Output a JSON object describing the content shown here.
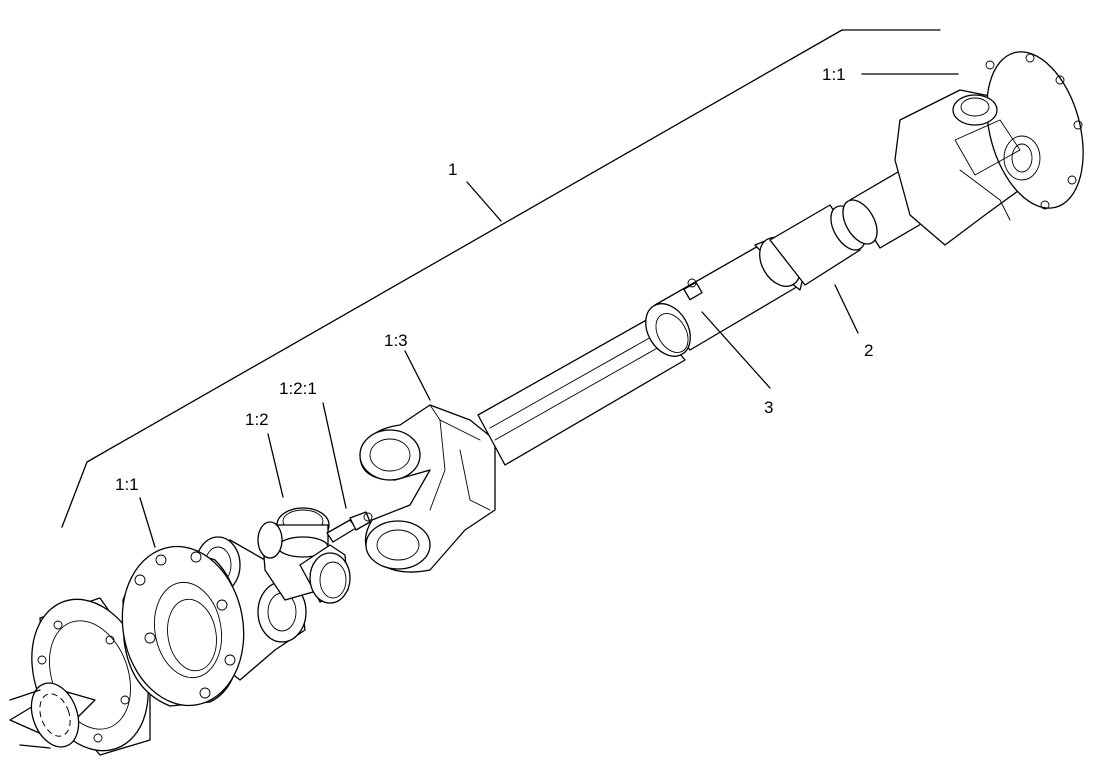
{
  "figure": {
    "callouts": {
      "assembly": "1",
      "flange_yoke_right": "1:1",
      "flange_yoke_left": "1:1",
      "spider": "1:2",
      "grease_fitting": "1:2:1",
      "slip_yoke": "1:3",
      "tube": "2",
      "grease_nipple": "3"
    }
  }
}
